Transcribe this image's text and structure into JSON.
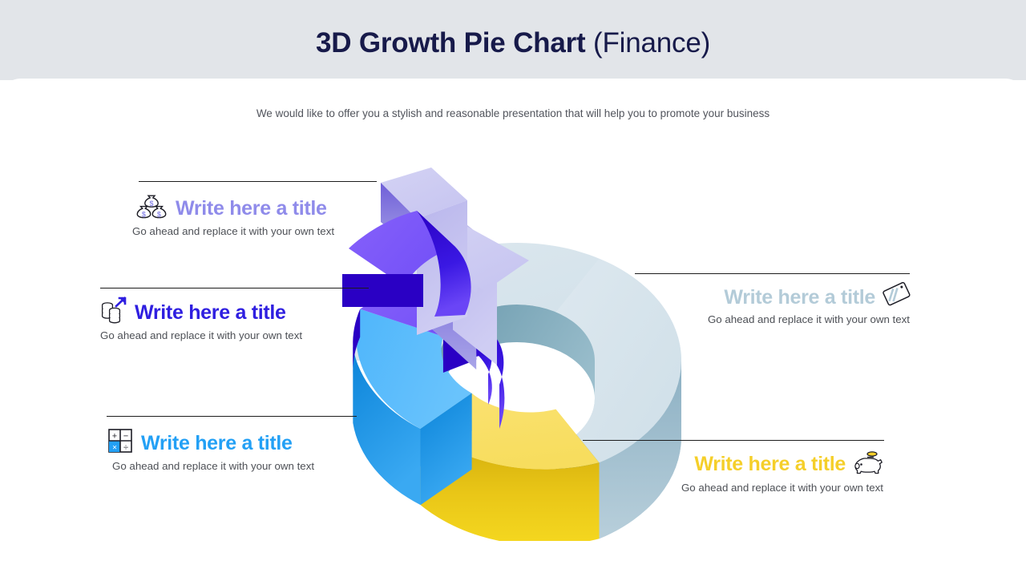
{
  "header": {
    "title_bold": "3D Growth Pie Chart",
    "title_regular": " (Finance)",
    "band_color": "#e2e5e9",
    "title_color": "#171a4a"
  },
  "subtitle": "We would like to offer you a stylish and reasonable presentation that will help you to promote your business",
  "callouts": [
    {
      "id": "callout-top-left",
      "icon": "money-bags-icon",
      "title": "Write here a title",
      "description": "Go ahead and replace it with your own text",
      "color": "#8f8bea"
    },
    {
      "id": "callout-mid-left",
      "icon": "coin-stacks-growth-icon",
      "title": "Write here a title",
      "description": "Go ahead and replace it with your own text",
      "color": "#2f1fe0"
    },
    {
      "id": "callout-bottom-left",
      "icon": "calculator-icon",
      "title": "Write here a title",
      "description": "Go ahead and replace it with your own text",
      "color": "#23a0f5"
    },
    {
      "id": "callout-mid-right",
      "icon": "credit-card-icon",
      "title": "Write here a title",
      "description": "Go ahead and replace it with your own text",
      "color": "#b3cbd8"
    },
    {
      "id": "callout-bottom-right",
      "icon": "piggy-bank-icon",
      "title": "Write here a title",
      "description": "Go ahead and replace it with your own text",
      "color": "#f5cf2a"
    }
  ],
  "chart_data": {
    "type": "pie",
    "title": "3D Growth Pie Chart (Finance)",
    "style": "3d-exploded-donut",
    "legend_position": "callouts-left-right",
    "grid": false,
    "categories": [
      "Write here a title",
      "Write here a title",
      "Write here a title",
      "Write here a title",
      "Write here a title"
    ],
    "values": [
      12,
      18,
      22,
      23,
      25
    ],
    "slices": [
      {
        "name": "money-bags-slice",
        "label": "Write here a title",
        "value": 12,
        "color": "#cdcdf2",
        "side_color": "#b8b6ea",
        "exploded": true,
        "start_deg": 328,
        "end_deg": 0
      },
      {
        "name": "coin-growth-slice",
        "label": "Write here a title",
        "value": 18,
        "color": "#7b5bf6",
        "side_color": "#3009c9",
        "exploded": false,
        "start_deg": 270,
        "end_deg": 328
      },
      {
        "name": "calculator-slice",
        "label": "Write here a title",
        "value": 22,
        "color": "#57bbfb",
        "side_color": "#0b84d9",
        "exploded": false,
        "start_deg": 198,
        "end_deg": 270
      },
      {
        "name": "piggy-bank-slice",
        "label": "Write here a title",
        "value": 23,
        "color": "#fbe06a",
        "side_color": "#d4ae0d",
        "exploded": false,
        "start_deg": 120,
        "end_deg": 198
      },
      {
        "name": "credit-card-slice",
        "label": "Write here a title",
        "value": 25,
        "color": "#d6e3ea",
        "side_color": "#86aec1",
        "exploded": false,
        "start_deg": 0,
        "end_deg": 120
      }
    ],
    "inner_wall_color": "#6d9cae",
    "xlabel": "",
    "ylabel": ""
  }
}
